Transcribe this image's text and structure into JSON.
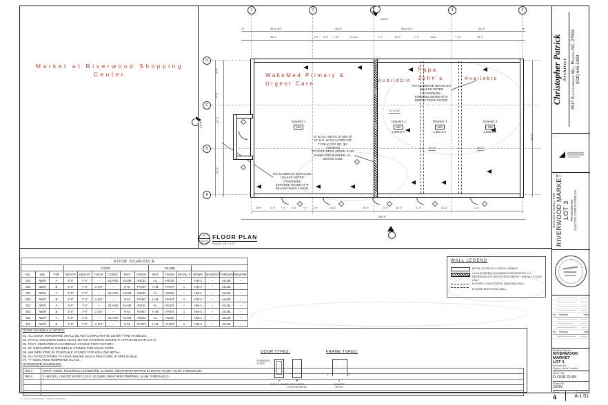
{
  "colors": {
    "accent_red": "#b5392f"
  },
  "page": {
    "fineprint": "© 2023 Christopher Patrick, Architect"
  },
  "left_panel": {
    "title": "Market at Riverwood Shopping Center"
  },
  "plan": {
    "grid_cols": [
      "1",
      "2",
      "3",
      "4",
      "5"
    ],
    "grid_rows": [
      "D",
      "C",
      "B",
      "A"
    ],
    "tenants": [
      {
        "l1": "WakeMed Primary &",
        "l2": "Urgent Care",
        "label": "TENANT 1",
        "num": "100",
        "sf": ""
      },
      {
        "l1": "Available",
        "l2": "",
        "label": "TENANT 2",
        "num": "200",
        "sf": "1,400 S.F."
      },
      {
        "l1": "Papa",
        "l2": "John's",
        "label": "TENANT 3",
        "num": "300",
        "sf": "1,300 S.F."
      },
      {
        "l1": "Available",
        "l2": "",
        "label": "TENANT 4",
        "num": "400",
        "sf": "1,625 S.F."
      }
    ],
    "notes": {
      "fire_wall": [
        "6\" 20 GA. METAL STUDS @",
        "16\" O.C. W/ (2) LAYERS 5/8\"",
        "TYPE-X GYP. BD. (BY OTHERS)",
        "TO ROOF DECK ABOVE. 2-HR.",
        "RATED FIRE BARRIER, U.L.",
        "DESIGN U419."
      ],
      "slab": [
        "NO SLAB/BASE INSTALLED",
        "UNLESS NOTED OTHERWISE.",
        "EXPOSED GRADE AT 8\"",
        "BELOW FINISH FLOOR."
      ]
    },
    "dims": {
      "top_total": "128'-0\"",
      "bottom_total": "128'-0\"",
      "left_total": "63'-0\"",
      "right_height": "45'-2\"",
      "top_row1": [
        "6\"",
        "36'-6 1/2\"",
        "28'-0\"",
        "36'-6 1/2\"",
        "26'-3\"",
        "6\""
      ],
      "top_row2": [
        "36'-4\"",
        "4'-0\"",
        "5'-5\"",
        "7'-10\"",
        "21'-10\"",
        "7'-4\"",
        "16'-5\"",
        "7'-4\"",
        "13'-8\"",
        "7'-10\"",
        "16'-2\""
      ],
      "bottom_row": [
        "6'-8\"",
        "4'-0\"",
        "7'-4\"",
        "4'-0\"",
        "7'-4\"",
        "4'-0\"",
        "23'-8\"",
        "16'-4\"",
        "2'-4\"",
        "16'-4\"",
        "2'-4\"",
        "24'-4\"",
        "2'-4\""
      ],
      "left_col": [
        "8'-6\"",
        "4'-0\"",
        "13'-2\"",
        "26'-6\""
      ],
      "interior": [
        "21'-6 1/2\"",
        "20'-0\"",
        "25'-0\""
      ]
    },
    "callout": {
      "ref_top": "A1",
      "ref_bottom": "A-1.01",
      "title": "FLOOR PLAN",
      "scale": "SCALE: 1/8\" = 1'-0\""
    }
  },
  "door_schedule": {
    "title": "DOOR SCHEDULE",
    "group_door": "DOOR",
    "group_frame": "FRAME",
    "headers": [
      "NO.",
      "N/E",
      "TYP.",
      "WIDTH",
      "HEIGHT",
      "THICK.",
      "CONST.",
      "MAT.",
      "FINISH",
      "MAT.",
      "FINISH",
      "DETAIL #",
      "HDWR.",
      "SIGNAGE",
      "THRESHOLD",
      "REMARKS"
    ],
    "rows": [
      [
        "101",
        "NEW",
        "A",
        "3'-0\"",
        "7'-0\"",
        "–",
        "GLASS",
        "ALUM.",
        "ANOD.",
        "AL.",
        "ANOD.",
        "–",
        "HW-1",
        "–",
        "ALUM.",
        "–"
      ],
      [
        "102",
        "NEW",
        "B",
        "3'-0\"",
        "7'-0\"",
        "1-3/4\"",
        "–",
        "H.M.",
        "PAINT",
        "H.M.",
        "PAINT",
        "1",
        "HW-2",
        "–",
        "ALUM.",
        "–"
      ],
      [
        "201",
        "NEW",
        "A",
        "3'-0\"",
        "7'-0\"",
        "–",
        "GLASS",
        "ALUM.",
        "ANOD.",
        "AL.",
        "ANOD.",
        "–",
        "HW-1",
        "–",
        "ALUM.",
        "–"
      ],
      [
        "202",
        "NEW",
        "B",
        "3'-0\"",
        "7'-0\"",
        "1-3/4\"",
        "–",
        "H.M.",
        "PAINT",
        "H.M.",
        "PAINT",
        "1",
        "HW-2",
        "–",
        "ALUM.",
        "–"
      ],
      [
        "301",
        "NEW",
        "A",
        "3'-0\"",
        "7'-0\"",
        "–",
        "GLASS",
        "ALUM.",
        "ANOD.",
        "AL.",
        "ANOD.",
        "–",
        "HW-1",
        "–",
        "ALUM.",
        "–"
      ],
      [
        "302",
        "NEW",
        "B",
        "3'-0\"",
        "7'-0\"",
        "1-3/4\"",
        "–",
        "H.M.",
        "PAINT",
        "H.M.",
        "PAINT",
        "1",
        "HW-2",
        "–",
        "ALUM.",
        "–"
      ],
      [
        "401",
        "NEW",
        "A",
        "3'-0\"",
        "7'-0\"",
        "–",
        "GLASS",
        "ALUM.",
        "ANOD.",
        "AL.",
        "ANOD.",
        "–",
        "HW-1",
        "–",
        "ALUM.",
        "–"
      ],
      [
        "402",
        "NEW",
        "B",
        "3'-0\"",
        "7'-0\"",
        "1-3/4\"",
        "–",
        "H.M.",
        "PAINT",
        "H.M.",
        "PAINT",
        "1",
        "HW-2",
        "–",
        "ALUM.",
        "–"
      ]
    ]
  },
  "door_notes": {
    "title": "DOOR SCHEDULE NOTES:",
    "items": [
      "01.  ALL DOOR HARDWARE SHALL BE ADA COMPLIANT W/ LEVER TYPE HANDLES.",
      "02.  STYLE AND DOOR SIZES SHALL MATCH EXISTING DOORS IF APPLICABLE OR U.O.N.",
      "03.  FACT. INDICATED IN SCHEDULE STANDS FOR FACTORY.",
      "04.  SC INDICATED IN SCHEDULE STANDS FOR SOLID CORE.",
      "05.  HM INDICATED IN SCHEDULE STANDS FOR HOLLOW METAL.",
      "06.  ALL RATED DOORS TO HAVE SMOKE SEALS PER CODE, IF APPLICABLE.",
      "07.  \"T\" INDICATES TEMPERED GLASS."
    ]
  },
  "hardware": {
    "title": "HARDWARE SCHEDULE:",
    "rows": [
      [
        "HW-1",
        "CONT. HINGE, PUSH/PULL HARDWARE, CLOSER, WEATHERSTRIPPING IN DOOR FRAME, ALUM. THRESHOLD."
      ],
      [
        "HW-2",
        "3 HINGES, 1 KEYED ENTRY LOCK, CLOSER, WEATHERSTRIPPING, ALUM. THRESHOLD."
      ],
      [
        "",
        ""
      ],
      [
        "",
        ""
      ],
      [
        "",
        ""
      ]
    ]
  },
  "door_types": {
    "title": "DOOR TYPES:",
    "tempered": "TEMPERED GLASS",
    "a_letter": "A",
    "a_desc": "ALUM. & GLASS",
    "b_letter": "B",
    "b_desc": "INSULATED HOLLOW METAL"
  },
  "frame_types": {
    "title": "FRAME TYPES:",
    "num": "1",
    "desc": "HOLLOW METAL",
    "dim_left": "2\"",
    "dim_right": "2\""
  },
  "wall_legend": {
    "title": "WALL LEGEND",
    "items": [
      {
        "text": "METAL STUDS W/ 4\" BRICK VENEER"
      },
      {
        "text": "2-HOUR RATED OCCUPANCY SEPARATION, U.L. DESIGN U419 TO ROOF DECK ABOVE - INSTALL STUDS ONLY"
      },
      {
        "text": "FUTURE 0-HOUR RATED DEMISING WALL"
      },
      {
        "text": "FUTURE RESTROOM WALL"
      }
    ]
  },
  "titleblock": {
    "architect": {
      "name": "Christopher Patrick",
      "title": "Architect",
      "address": "4517 Knightsbridge Way, Raleigh NC, 27604",
      "phone": "(919) 665-1490"
    },
    "project_vertical": {
      "line1": "BUILDING SHELL FOR",
      "line2": "RIVERWOOD MARKET",
      "line3": "LOT 3",
      "line4": "PRITCHARD RD.",
      "line5": "CLAYTON, NORTH CAROLINA"
    },
    "revisions": {
      "col_no": "No.",
      "col_rev": "Revision",
      "col_date": "Date"
    },
    "info": {
      "building_for": "Building Shell for",
      "project_name_l1": "RIVERWOOD MARKET",
      "project_name_l2": "LOT 3",
      "road": "Pritchard Rd.",
      "city": "Clayton, North Carolina",
      "sheet_title_label": "Sheet Title",
      "sheet_title": "FLOOR PLAN",
      "project_no_label": "Project No.",
      "project_no": "23018",
      "sheet_label": "Sheet",
      "sheet_no": "4",
      "drawing_no_label": "Drawing No.",
      "drawing_no": "A-1.01"
    }
  }
}
